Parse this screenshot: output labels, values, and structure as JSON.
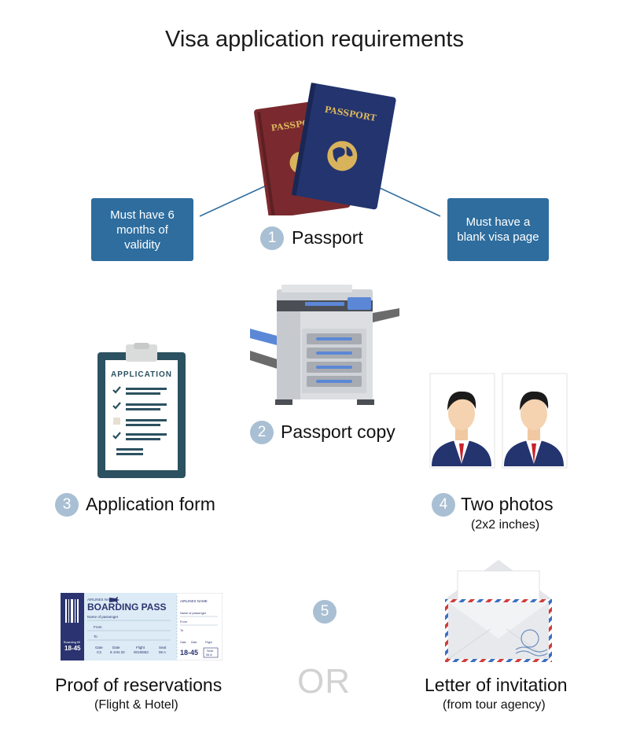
{
  "title": "Visa application requirements",
  "items": [
    {
      "number": "1",
      "label": "Passport"
    },
    {
      "number": "2",
      "label": "Passport copy"
    },
    {
      "number": "3",
      "label": "Application form"
    },
    {
      "number": "4",
      "label": "Two photos",
      "sub": "(2x2 inches)"
    },
    {
      "number": "5"
    }
  ],
  "notes": {
    "left": "Must have 6 months of validity",
    "right": "Must have a blank visa page"
  },
  "options": [
    {
      "label": "Proof of reservations",
      "sub": "(Flight & Hotel)"
    },
    {
      "label": "Letter of invitation",
      "sub": "(from tour agency)"
    }
  ],
  "or_text": "OR",
  "passport_text": {
    "red": "PASSPORT",
    "blue": "PASSPORT"
  },
  "form_heading": "APPLICATION",
  "boarding_pass": {
    "airline": "AIRLINES NAME",
    "title": "BOARDING PASS",
    "name_label": "Name of passenger",
    "from_label": "From",
    "to_label": "To",
    "gate_label": "Gate",
    "gate": "C3",
    "date_label": "Date",
    "date": "9 JAN 20",
    "flight_label": "Flight",
    "flight": "0019/853",
    "seat_label": "Seat",
    "seat": "06 A",
    "boarding_till_label": "Boarding till",
    "time": "18-45"
  },
  "colors": {
    "note_bg": "#2e6d9e",
    "number_circle": "#a9bfd3",
    "passport_red": "#7a2a2e",
    "passport_blue": "#23346f",
    "or_text": "#d2d2d2"
  },
  "icons": [
    "passport-icon",
    "copier-icon",
    "clipboard-icon",
    "portrait-photo-icon",
    "boarding-pass-icon",
    "envelope-icon"
  ]
}
